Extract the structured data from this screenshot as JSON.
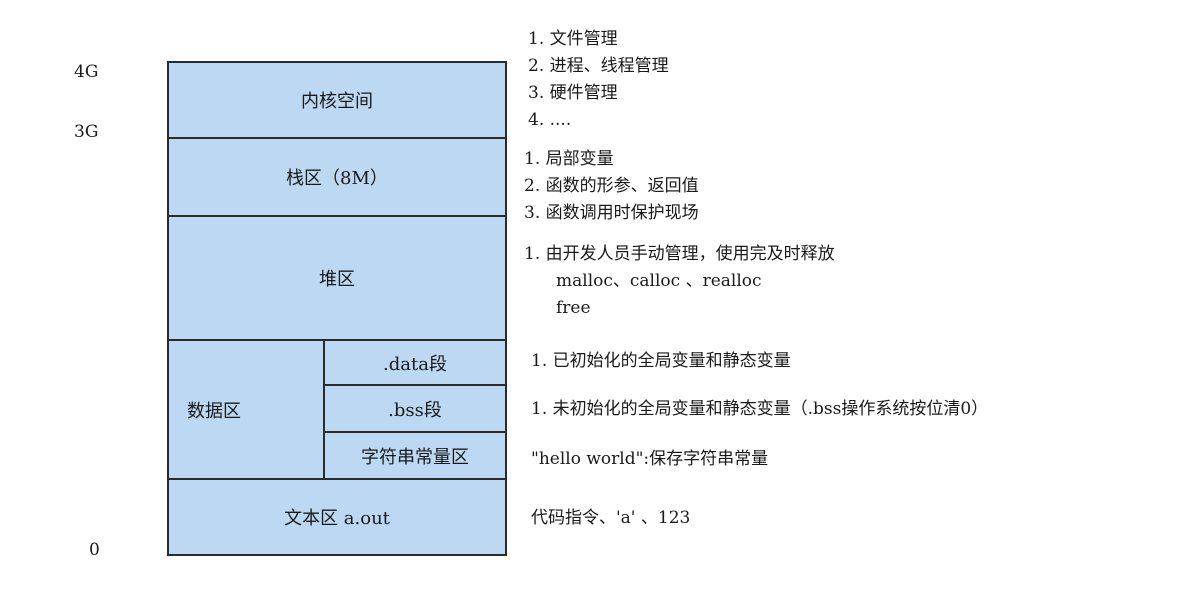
{
  "axis": {
    "top": "4G",
    "mid": "3G",
    "bottom": "0"
  },
  "blocks": {
    "kernel": "内核空间",
    "stack": "栈区（8M）",
    "heap": "堆区",
    "data_area": "数据区",
    "data_seg": ".data段",
    "bss_seg": ".bss段",
    "string_const": "字符串常量区",
    "text": "文本区 a.out"
  },
  "notes": {
    "kernel": [
      "1. 文件管理",
      "2. 进程、线程管理",
      "3. 硬件管理",
      "4. ...."
    ],
    "stack": [
      "1. 局部变量",
      "2. 函数的形参、返回值",
      "3. 函数调用时保护现场"
    ],
    "heap": [
      "1. 由开发人员手动管理，使用完及时释放",
      "malloc、calloc 、realloc",
      "free"
    ],
    "data_seg": "1. 已初始化的全局变量和静态变量",
    "bss_seg": "1. 未初始化的全局变量和静态变量（.bss操作系统按位清0）",
    "string_const": "\"hello world\":保存字符串常量",
    "text": "代码指令、'a' 、123"
  }
}
